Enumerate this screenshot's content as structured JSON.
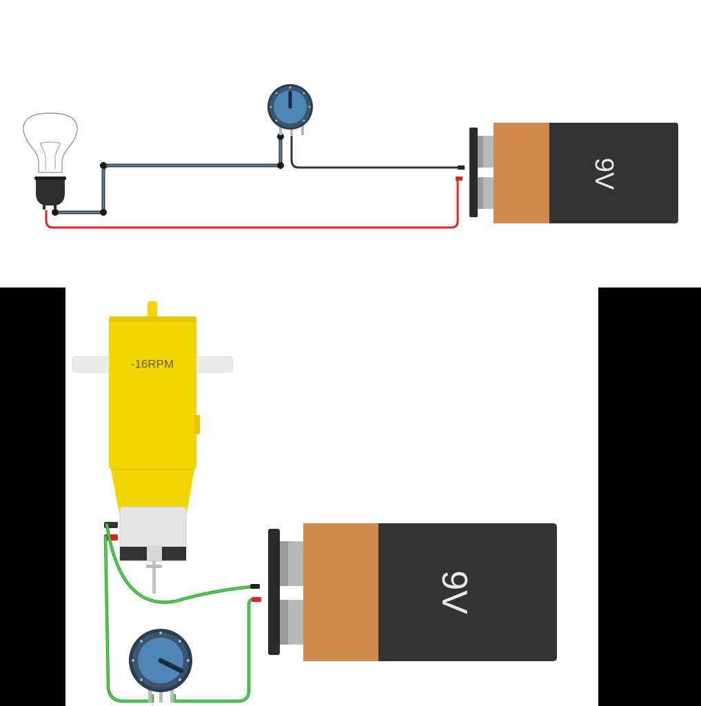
{
  "top_circuit": {
    "battery": {
      "voltage_label": "9V",
      "case_color": "#333333",
      "band_color": "#d08a4e"
    },
    "bulb": {
      "state": "off",
      "icon": "light-bulb-icon"
    },
    "potentiometer": {
      "icon": "potentiometer-knob-icon",
      "knob_color": "#4f86b8"
    },
    "wires": [
      {
        "name": "bulb-to-pot-wire",
        "color": "#3d5a73"
      },
      {
        "name": "pot-to-battery-negative-wire",
        "color": "#333333"
      },
      {
        "name": "bulb-to-battery-positive-wire",
        "color": "#d9262b"
      }
    ]
  },
  "bottom_circuit": {
    "battery": {
      "voltage_label": "9V",
      "case_color": "#333333",
      "band_color": "#d08a4e"
    },
    "motor": {
      "speed_label": "-16RPM",
      "body_color": "#f2d600",
      "icon": "dc-gear-motor-icon"
    },
    "potentiometer": {
      "icon": "potentiometer-knob-icon",
      "knob_color": "#4f86b8"
    },
    "wires": [
      {
        "name": "motor-to-battery-negative-wire",
        "color": "#3fbf3f"
      },
      {
        "name": "motor-to-pot-wire",
        "color": "#3fbf3f"
      },
      {
        "name": "pot-to-battery-positive-wire",
        "color": "#3fbf3f"
      }
    ]
  }
}
